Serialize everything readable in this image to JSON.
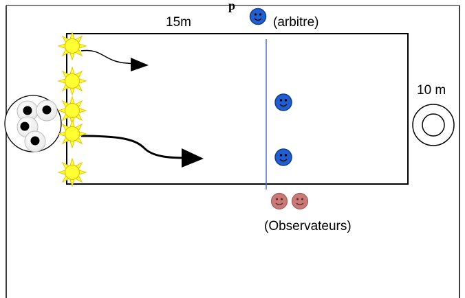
{
  "diagram": {
    "title_partial": "p",
    "field_length_label": "15m",
    "referee_label": "(arbitre)",
    "target_distance_label": "10 m",
    "observers_label": "(Observateurs)",
    "players": {
      "sun_count": 5,
      "bowl_group_count": 4
    },
    "colors": {
      "referee_face": "#1f5fd1",
      "observer_face": "#c97a78",
      "sun_fill": "#ffff33",
      "sun_rays": "#e6c800",
      "midline": "#4a76c9"
    },
    "icons": {
      "referee": "smiley-icon",
      "observer": "smiley-icon",
      "player": "sun-icon",
      "bowls": "ball-group-icon",
      "target": "concentric-circles-icon",
      "movement": "arrow-icon"
    }
  }
}
